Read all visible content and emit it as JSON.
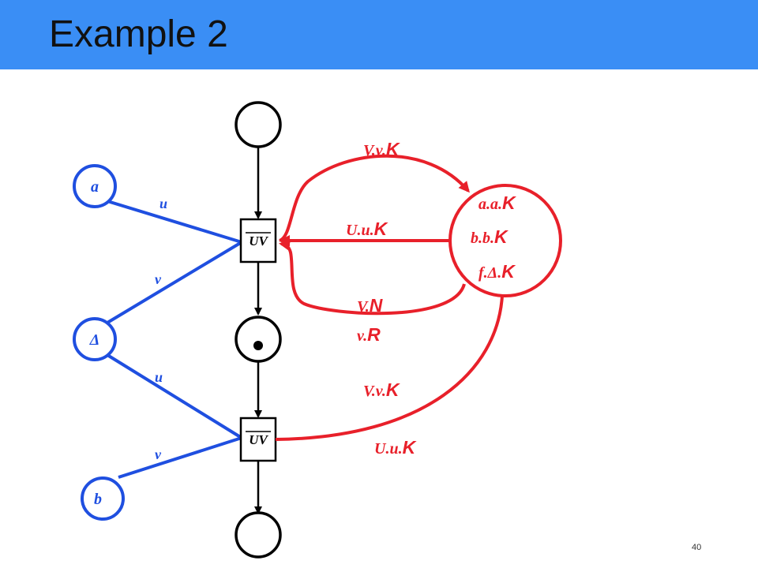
{
  "title": "Example 2",
  "page_number": "40",
  "colors": {
    "title_bar": "#3a8ef5",
    "blue": "#1f4fe0",
    "red": "#e8202a",
    "black": "#000000"
  },
  "left_nodes": {
    "a": "a",
    "delta": "Δ",
    "b": "b"
  },
  "edge_labels": {
    "u1": "u",
    "v1": "v",
    "u2": "u",
    "v2": "v"
  },
  "boxes": {
    "top_prefix": "U",
    "top_suffix": "V",
    "bottom_prefix": "U",
    "bottom_suffix": "V"
  },
  "red_labels": {
    "vvk_top_it": "V.v.",
    "vvk_top_k": "K",
    "uuk_it": "U.u.",
    "uuk_k": "K",
    "vn_it": "V.",
    "vn_n": "N",
    "vr_it": "v.",
    "vr_r": "R",
    "vvk_bottom_it": "V.v.",
    "vvk_bottom_k": "K",
    "uuk_bottom_it": "U.u.",
    "uuk_bottom_k": "K"
  },
  "circle_labels": {
    "aak_it": "a.a.",
    "aak_k": "K",
    "bbk_it": "b.b.",
    "bbk_k": "K",
    "fdk_it": "f.Δ.",
    "fdk_k": "K"
  }
}
